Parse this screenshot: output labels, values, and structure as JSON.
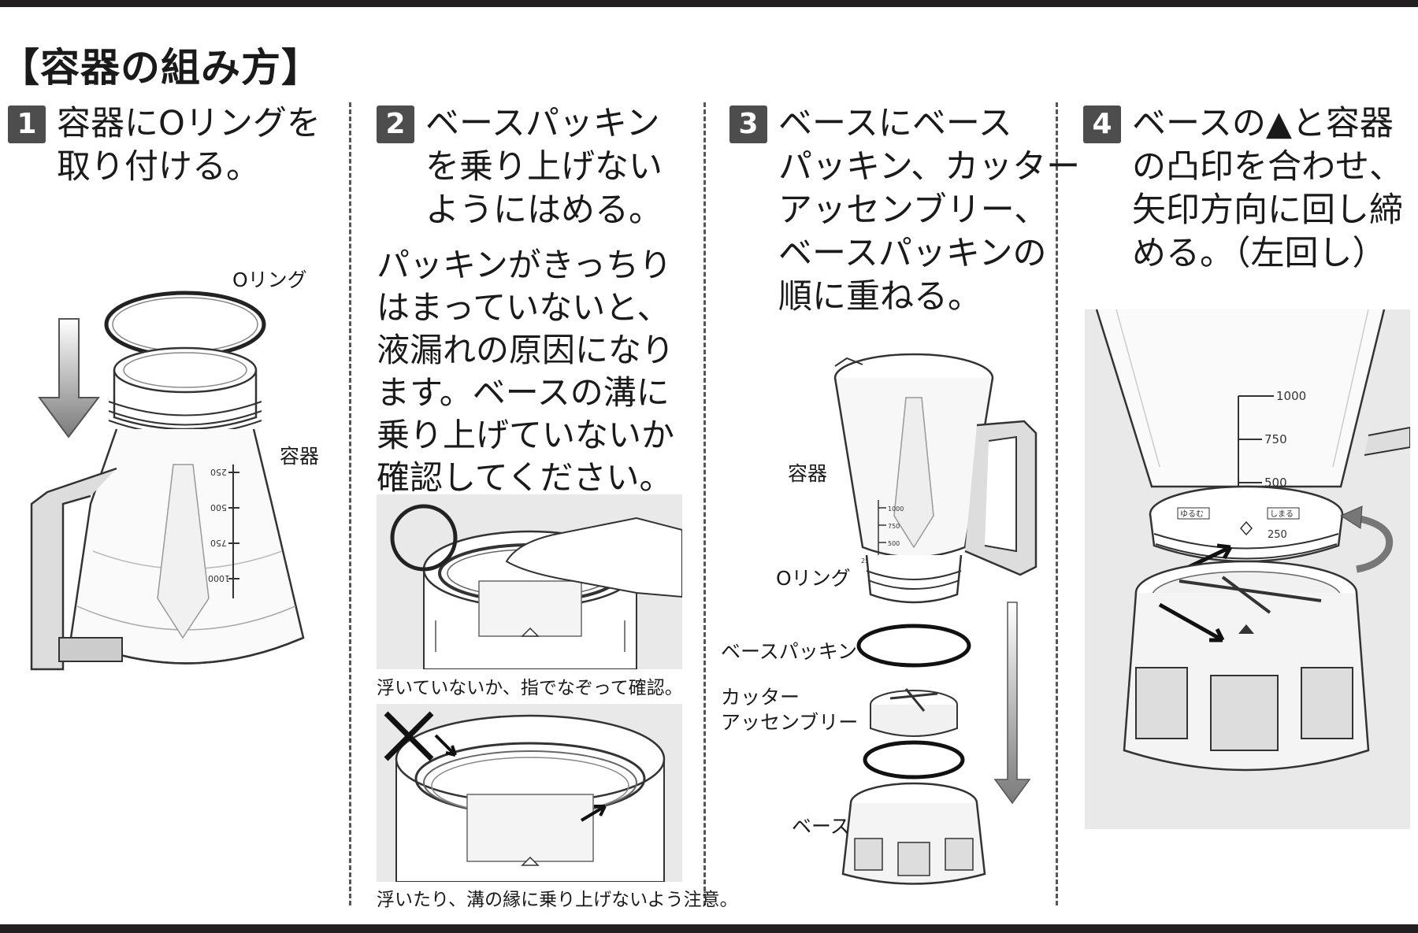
{
  "title": "【容器の組み方】",
  "steps": [
    {
      "number": "1",
      "lines": [
        "容器にOリングを",
        "取り付ける。"
      ],
      "labels": {
        "oring": "Oリング",
        "container": "容器"
      },
      "scale": [
        "250",
        "500",
        "750",
        "1000"
      ]
    },
    {
      "number": "2",
      "lines": [
        "ベースパッキン",
        "を乗り上げない",
        "ようにはめる。"
      ],
      "note_lines": [
        "パッキンがきっちり",
        "はまっていないと、",
        "液漏れの原因になり",
        "ます。ベースの溝に",
        "乗り上げていないか",
        "確認してください。"
      ],
      "caption_ok": "浮いていないか、指でなぞって確認。",
      "caption_ng": "浮いたり、溝の縁に乗り上げないよう注意。"
    },
    {
      "number": "3",
      "lines": [
        "ベースにベース",
        "パッキン、カッター",
        "アッセンブリー、",
        "ベースパッキンの",
        "順に重ねる。"
      ],
      "labels": {
        "container": "容器",
        "oring": "Oリング",
        "base_packing": "ベースパッキン",
        "cutter_line1": "カッター",
        "cutter_line2": "アッセンブリー",
        "base": "ベース"
      },
      "scale": [
        "1000",
        "750",
        "500",
        "250"
      ]
    },
    {
      "number": "4",
      "lines": [
        "ベースの▲と容器",
        "の凸印を合わせ、",
        "矢印方向に回し締",
        "める。（左回し）"
      ],
      "scale": [
        "1000",
        "750",
        "500",
        "250"
      ],
      "loosen": "ゆるむ",
      "tighten": "しまる"
    }
  ],
  "colors": {
    "rule": "#231f20",
    "badge": "#4d4d4d",
    "photo_bg": "#e9e9e9"
  }
}
